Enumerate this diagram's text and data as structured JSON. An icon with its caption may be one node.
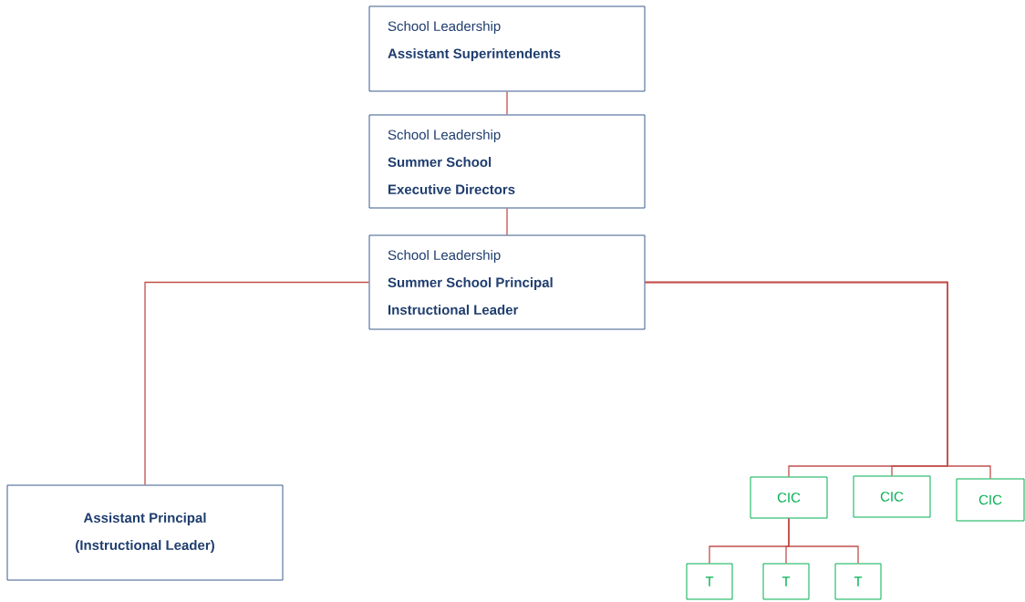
{
  "diagram": {
    "nodes": [
      {
        "text": [
          "School Leadership",
          "Assistant Superintendents"
        ]
      },
      {
        "text": [
          "School Leadership",
          "Summer School Executive Directors"
        ]
      },
      {
        "text": [
          "School Leadership",
          "Summer School Principal Instructional Leader"
        ]
      },
      {
        "text": [
          "Assistant Principal (Instructional Leader)"
        ]
      },
      {
        "text": [
          "CIC"
        ]
      },
      {
        "text": [
          "CIC"
        ]
      },
      {
        "text": [
          "CIC"
        ]
      },
      {
        "text": [
          "T"
        ]
      },
      {
        "text": [
          "T"
        ]
      },
      {
        "text": [
          "T"
        ]
      }
    ],
    "edges": [
      {
        "from": 0,
        "to": 1,
        "arrow": "none"
      },
      {
        "from": 1,
        "to": 2,
        "arrow": "none"
      },
      {
        "from": 2,
        "to": 3,
        "arrow": "none"
      },
      {
        "from": 2,
        "to": 4,
        "arrow": "none"
      },
      {
        "from": 2,
        "to": 5,
        "arrow": "none"
      },
      {
        "from": 2,
        "to": 6,
        "arrow": "none"
      },
      {
        "from": 4,
        "to": 7,
        "arrow": "none"
      },
      {
        "from": 4,
        "to": 8,
        "arrow": "none"
      },
      {
        "from": 4,
        "to": 9,
        "arrow": "none"
      }
    ]
  }
}
